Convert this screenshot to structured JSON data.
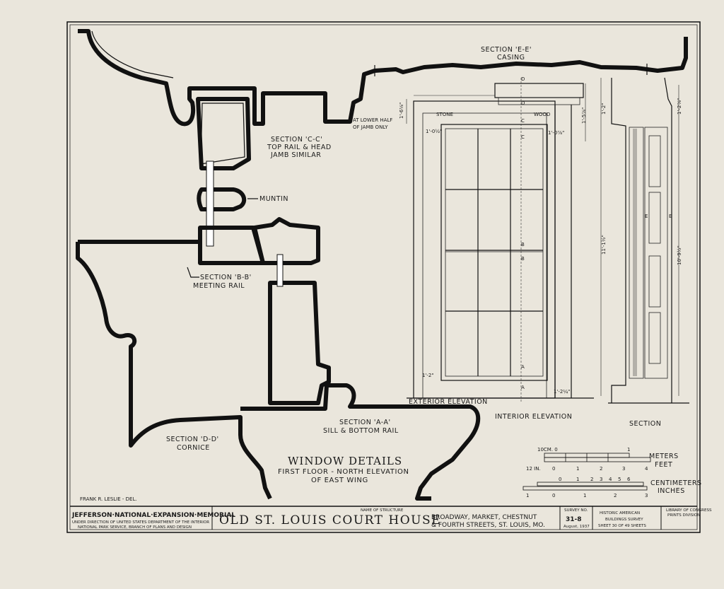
{
  "labels": {
    "section_ee": "SECTION 'E-E'",
    "casing": "CASING",
    "lower_half": "AT LOWER HALF",
    "of_jamb": "OF JAMB ONLY",
    "section_cc": "SECTION 'C-C'",
    "top_rail": "TOP RAIL & HEAD",
    "jamb_similar": "JAMB SIMILAR",
    "muntin": "MUNTIN",
    "section_bb": "SECTION 'B-B'",
    "meeting_rail": "MEETING RAIL",
    "section_aa": "SECTION 'A-A'",
    "sill_rail": "SILL & BOTTOM RAIL",
    "section_dd": "SECTION 'D-D'",
    "cornice": "CORNICE",
    "stone": "STONE",
    "wood": "WOOD",
    "exterior_elevation": "EXTERIOR ELEVATION",
    "interior_elevation": "INTERIOR ELEVATION",
    "section": "SECTION",
    "draftsman": "FRANK R. LESLIE - DEL."
  },
  "cut_marks": {
    "d": "D",
    "c": "C",
    "b": "B",
    "a": "A",
    "e": "E"
  },
  "dims": {
    "d1": "1'-6⅛\"",
    "d2": "1'-0½\"",
    "d3": "1'-0⅞\"",
    "d4": "1'-5⅞\"",
    "d5": "1'-2\"",
    "d6": "11'-1½\"",
    "d7": "10'-9½\"",
    "d8": "1'-2\"",
    "d9": "1'-2¼\"",
    "d10": "1'-2⅞\""
  },
  "title": {
    "main": "WINDOW DETAILS",
    "line2": "FIRST FLOOR - NORTH ELEVATION",
    "line3": "OF EAST WING"
  },
  "scale": {
    "meters": "METERS",
    "feet": "FEET",
    "centimeters": "CENTIMETERS",
    "inches": "INCHES",
    "cm_label": "10CM. 0",
    "in_label": "12 IN.",
    "m1": "1",
    "ft_ticks": [
      "0",
      "1",
      "2",
      "3",
      "4"
    ],
    "cm_ticks": [
      "0",
      "1",
      "2",
      "3",
      "4",
      "5",
      "6"
    ],
    "inch_ticks": [
      "1",
      "0",
      "1",
      "2",
      "3"
    ]
  },
  "titleblock": {
    "memorial": "JEFFERSON·NATIONAL·EXPANSION·MEMORIAL",
    "under_direction": "UNDER DIRECTION OF UNITED STATES DEPARTMENT OF THE INTERIOR",
    "nps": "NATIONAL PARK SERVICE, BRANCH OF PLANS AND DESIGN",
    "name_of_structure": "NAME OF STRUCTURE",
    "structure": "OLD ST. LOUIS COURT HOUSE",
    "address1": "BROADWAY, MARKET, CHESTNUT",
    "address2": "& FOURTH STREETS, ST. LOUIS, MO.",
    "survey_no_label": "SURVEY NO.",
    "survey_no": "31-8",
    "date": "August, 1937",
    "habs1": "HISTORIC AMERICAN",
    "habs2": "BUILDINGS SURVEY",
    "sheet": "SHEET 30 OF 49 SHEETS",
    "library": "LIBRARY OF CONGRESS",
    "print": "PRINTS DIVISION"
  }
}
